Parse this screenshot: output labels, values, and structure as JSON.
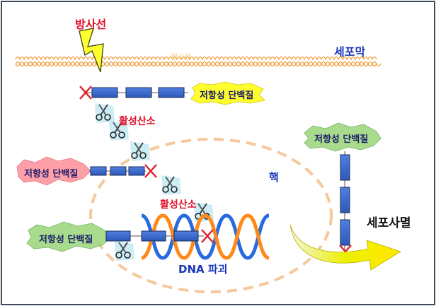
{
  "labels": {
    "radiation": "방사선",
    "membrane": "세포막",
    "membrane_watermark": "방사선",
    "resistant_protein": "저항성 단백질",
    "ros_top": "활성산소",
    "ros_mid": "활성산소",
    "nucleus": "핵",
    "dna_damage": "DNA 파괴",
    "cell_death": "세포사멸"
  },
  "colors": {
    "border": "#3f4a5a",
    "membrane": "#f0a040",
    "protein_block": "#3a67c8",
    "cross": "#e0202a",
    "nucleus_dash": "#f6c89a",
    "burst_yellow": "#ffff30",
    "burst_pink": "#ffa0a8",
    "burst_green": "#a8dc8c",
    "arrow_yellow": "#f2f000",
    "dna_orange": "#ff8a1a",
    "dna_blue": "#2a6ae0"
  },
  "icons": [
    "lightning-bolt-icon",
    "scissors-icon",
    "cross-mark-icon",
    "curved-arrow-icon"
  ]
}
